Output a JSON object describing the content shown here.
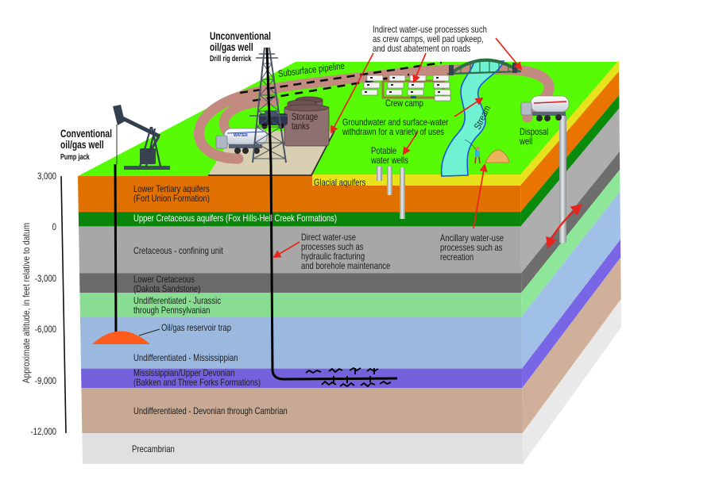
{
  "figure": {
    "top_ft": 3000,
    "bottom_ft": -13900,
    "axis": {
      "title": "Approximate altitude, in feet relative to datum",
      "ticks": [
        {
          "value": 3000,
          "label": "3,000"
        },
        {
          "value": 0,
          "label": "0"
        },
        {
          "value": -3000,
          "label": "-3,000"
        },
        {
          "value": -6000,
          "label": "-6,000"
        },
        {
          "value": -9000,
          "label": "-9,000"
        },
        {
          "value": -12000,
          "label": "-12,000"
        }
      ]
    },
    "surface": {
      "land_color": "#58fb06",
      "glacial_color": "#e8e21c",
      "glacial_label": "Glacial aquifers",
      "road_color": "#c38a80",
      "stream_color": "#6ff2d2",
      "pad_color": "#d8cfb2"
    },
    "layers": [
      {
        "name": "Lower Tertiary aquifers (Fort Union Formation)",
        "label_lines": [
          "Lower Tertiary aquifers",
          "(Fort Union Formation)"
        ],
        "color": "#e07000",
        "bottom_ft": 900
      },
      {
        "name": "Upper Cretaceous aquifers (Fox Hills-Hell Creek Formations)",
        "label_lines": [
          "Upper Cretaceous aquifers (Fox Hills-Hell Creek Formations)"
        ],
        "color": "#0b860b",
        "bottom_ft": 50
      },
      {
        "name": "Cretaceous - confining unit",
        "label_lines": [
          "Cretaceous - confining unit"
        ],
        "color": "#a7a7a7",
        "bottom_ft": -2700
      },
      {
        "name": "Lower Cretaceous (Dakota Sandstone)",
        "label_lines": [
          "Lower Cretaceous",
          "(Dakota Sandstone)"
        ],
        "color": "#6a6a6a",
        "bottom_ft": -3850
      },
      {
        "name": "Undifferentiated - Jurassic through Pennsylvanian",
        "label_lines": [
          "Undifferentiated - Jurassic",
          "through Pennsylvanian"
        ],
        "color": "#89dd92",
        "bottom_ft": -5250
      },
      {
        "name": "Undifferentiated - Mississippian",
        "label_lines": [
          "Undifferentiated - Mississippian"
        ],
        "color": "#9bb9df",
        "bottom_ft": -8300
      },
      {
        "name": "Mississippian/Upper Devonian (Bakken and Three Forks Formations)",
        "label_lines": [
          "Mississippian/Upper Devonian",
          "(Bakken and Three Forks Formations)"
        ],
        "color": "#7462dd",
        "bottom_ft": -9450
      },
      {
        "name": "Undifferentiated - Devonian through Cambrian",
        "label_lines": [
          "Undifferentiated - Devonian through Cambrian"
        ],
        "color": "#c8a994",
        "bottom_ft": -12100
      },
      {
        "name": "Precambrian",
        "label_lines": [
          "Precambrian"
        ],
        "color": "#e0e0e0",
        "bottom_ft": -13900
      }
    ],
    "wells": {
      "conventional": {
        "title_lines": [
          "Conventional",
          "oil/gas well"
        ],
        "subtitle": "Pump jack"
      },
      "unconventional": {
        "title_lines": [
          "Unconventional",
          "oil/gas well"
        ],
        "subtitle": "Drill rig derrick"
      },
      "reservoir_trap": {
        "label": "Oil/gas reservoir trap",
        "color": "#ff5b1c"
      }
    },
    "features": {
      "pipeline": "Subsurface pipeline",
      "storage_tanks": [
        "Storage",
        "tanks"
      ],
      "crew_camp": "Crew camp",
      "stream": "Stream",
      "disposal_well": [
        "Disposal",
        "well"
      ],
      "potable_wells": [
        "Potable",
        "water wells"
      ],
      "truck_label": "WATER"
    },
    "callouts": {
      "arrow_color": "#e8241d",
      "indirect": [
        "Indirect water-use processes such",
        "as crew camps, well pad upkeep,",
        "and dust abatement on roads"
      ],
      "groundwater": [
        "Groundwater and surface-water",
        "withdrawn for a variety of uses"
      ],
      "direct": [
        "Direct water-use",
        "processes such as",
        "hydraulic fracturing",
        "and borehole maintenance"
      ],
      "ancillary": [
        "Ancillary water-use",
        "processes such as",
        "recreation"
      ]
    }
  }
}
